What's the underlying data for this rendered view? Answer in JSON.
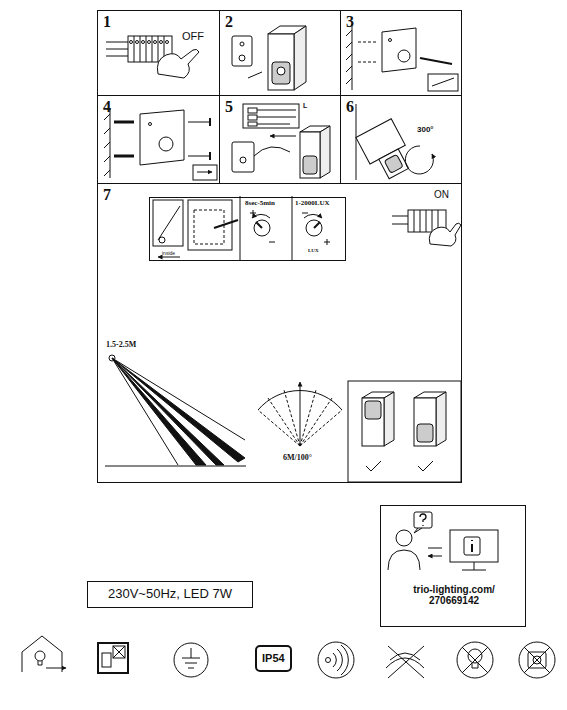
{
  "diagram": {
    "nodes": [
      {
        "text": [
          "1",
          "OFF"
        ]
      },
      {
        "text": [
          "2"
        ]
      },
      {
        "text": [
          "3"
        ]
      },
      {
        "text": [
          "4"
        ]
      },
      {
        "text": [
          "5",
          "L"
        ]
      },
      {
        "text": [
          "6",
          "300°"
        ]
      },
      {
        "text": [
          "7",
          "ON",
          "1.5-2.5M",
          "6M/100°"
        ]
      },
      {
        "text": [
          "inside",
          "8sec-5min",
          "1-2000LUX",
          "LUX"
        ],
        "in": 6
      },
      {
        "text": [
          "230V~50Hz, LED 7W"
        ]
      },
      {
        "text": [
          "trio-lighting.com/ 270669142"
        ]
      },
      {
        "text": [
          "IP54"
        ]
      }
    ]
  }
}
